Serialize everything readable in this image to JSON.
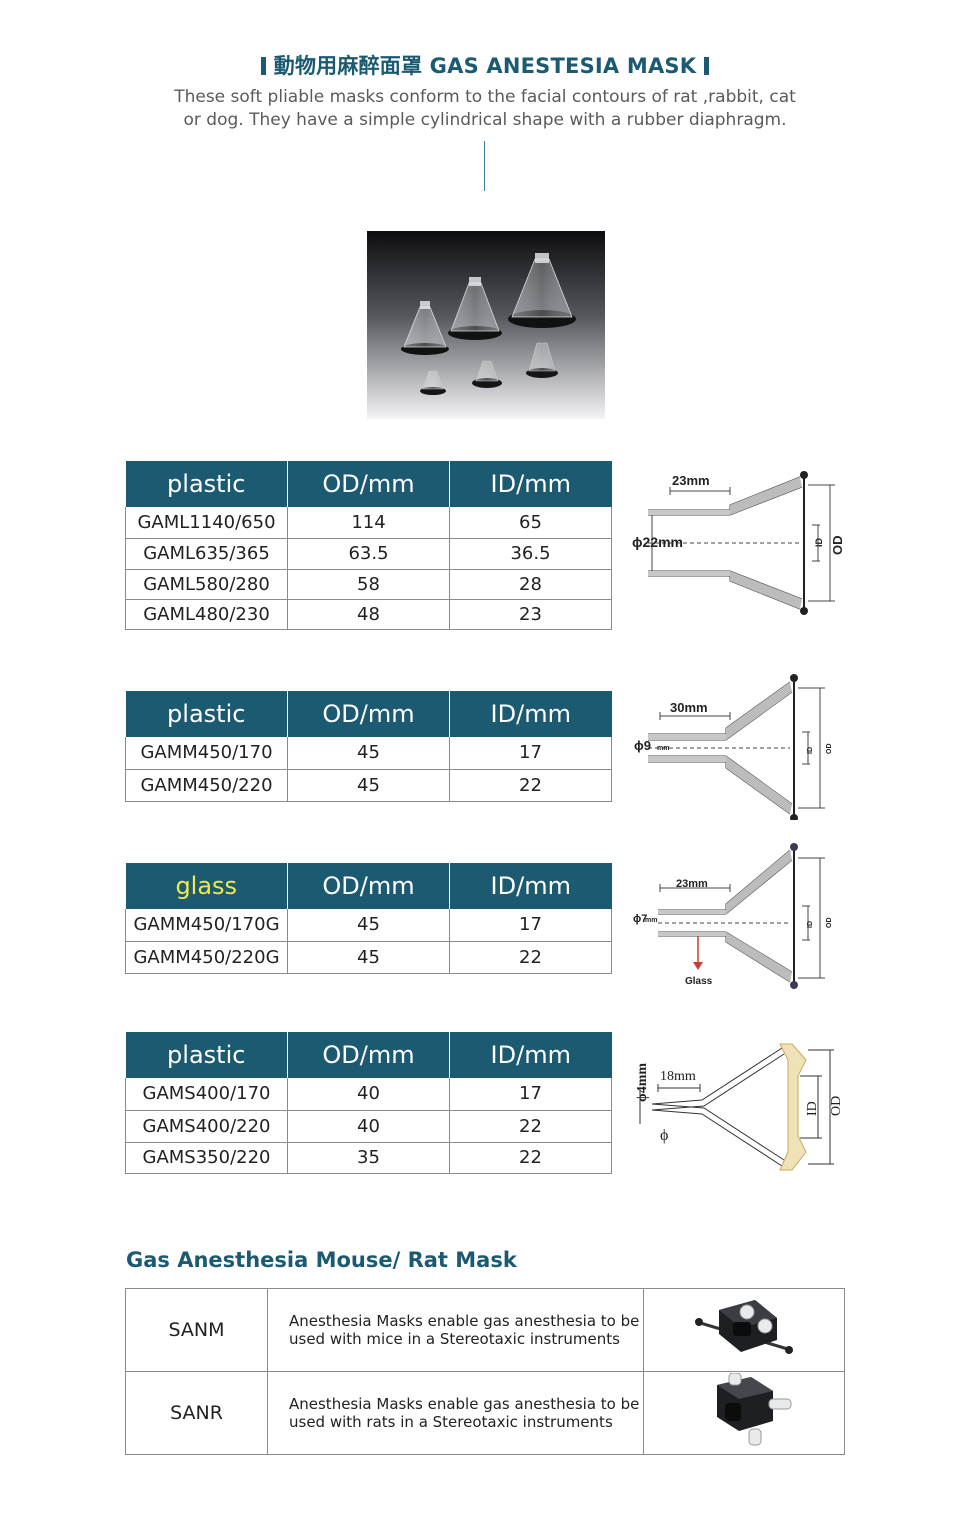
{
  "header": {
    "title": "動物用麻醉面罩 GAS ANESTESIA MASK",
    "subtitle_line1": "These soft pliable masks conform to the facial contours of rat ,rabbit, cat",
    "subtitle_line2": "or dog. They have a simple cylindrical shape with a rubber diaphragm."
  },
  "tables": [
    {
      "headers": [
        "plastic",
        "OD/mm",
        "ID/mm"
      ],
      "rows": [
        [
          "GAML1140/650",
          "114",
          "65"
        ],
        [
          "GAML635/365",
          "63.5",
          "36.5"
        ],
        [
          "GAML580/280",
          "58",
          "28"
        ],
        [
          "GAML480/230",
          "48",
          "23"
        ]
      ]
    },
    {
      "headers": [
        "plastic",
        "OD/mm",
        "ID/mm"
      ],
      "rows": [
        [
          "GAMM450/170",
          "45",
          "17"
        ],
        [
          "GAMM450/220",
          "45",
          "22"
        ]
      ]
    },
    {
      "headers": [
        "glass",
        "OD/mm",
        "ID/mm"
      ],
      "rows": [
        [
          "GAMM450/170G",
          "45",
          "17"
        ],
        [
          "GAMM450/220G",
          "45",
          "22"
        ]
      ]
    },
    {
      "headers": [
        "plastic",
        "OD/mm",
        "ID/mm"
      ],
      "rows": [
        [
          "GAMS400/170",
          "40",
          "17"
        ],
        [
          "GAMS400/220",
          "40",
          "22"
        ],
        [
          "GAMS350/220",
          "35",
          "22"
        ]
      ]
    }
  ],
  "diagrams": {
    "d1": {
      "length": "23mm",
      "dia": "ϕ22mm",
      "id": "ID",
      "od": "OD"
    },
    "d2": {
      "length": "30mm",
      "dia": "ϕ9",
      "unit": "mm",
      "id": "ID",
      "od": "OD"
    },
    "d3": {
      "length": "23mm",
      "dia": "ϕ7",
      "unit": "mm",
      "material": "Glass",
      "id": "ID",
      "od": "OD"
    },
    "d4": {
      "length": "18mm",
      "dia": "ϕ4mm",
      "phi": "ϕ",
      "id": "ID",
      "od": "OD"
    }
  },
  "mouse_rat": {
    "title": "Gas Anesthesia Mouse/ Rat Mask",
    "rows": [
      {
        "code": "SANM",
        "desc1": "Anesthesia Masks enable gas anesthesia to be",
        "desc2": "used with  mice in a Stereotaxic instruments"
      },
      {
        "code": "SANR",
        "desc1": "Anesthesia Masks enable gas anesthesia to be",
        "desc2": "used with  rats in a Stereotaxic instruments"
      }
    ]
  },
  "colors": {
    "brand": "#1c5a72",
    "glass_label": "#f2e94a"
  }
}
